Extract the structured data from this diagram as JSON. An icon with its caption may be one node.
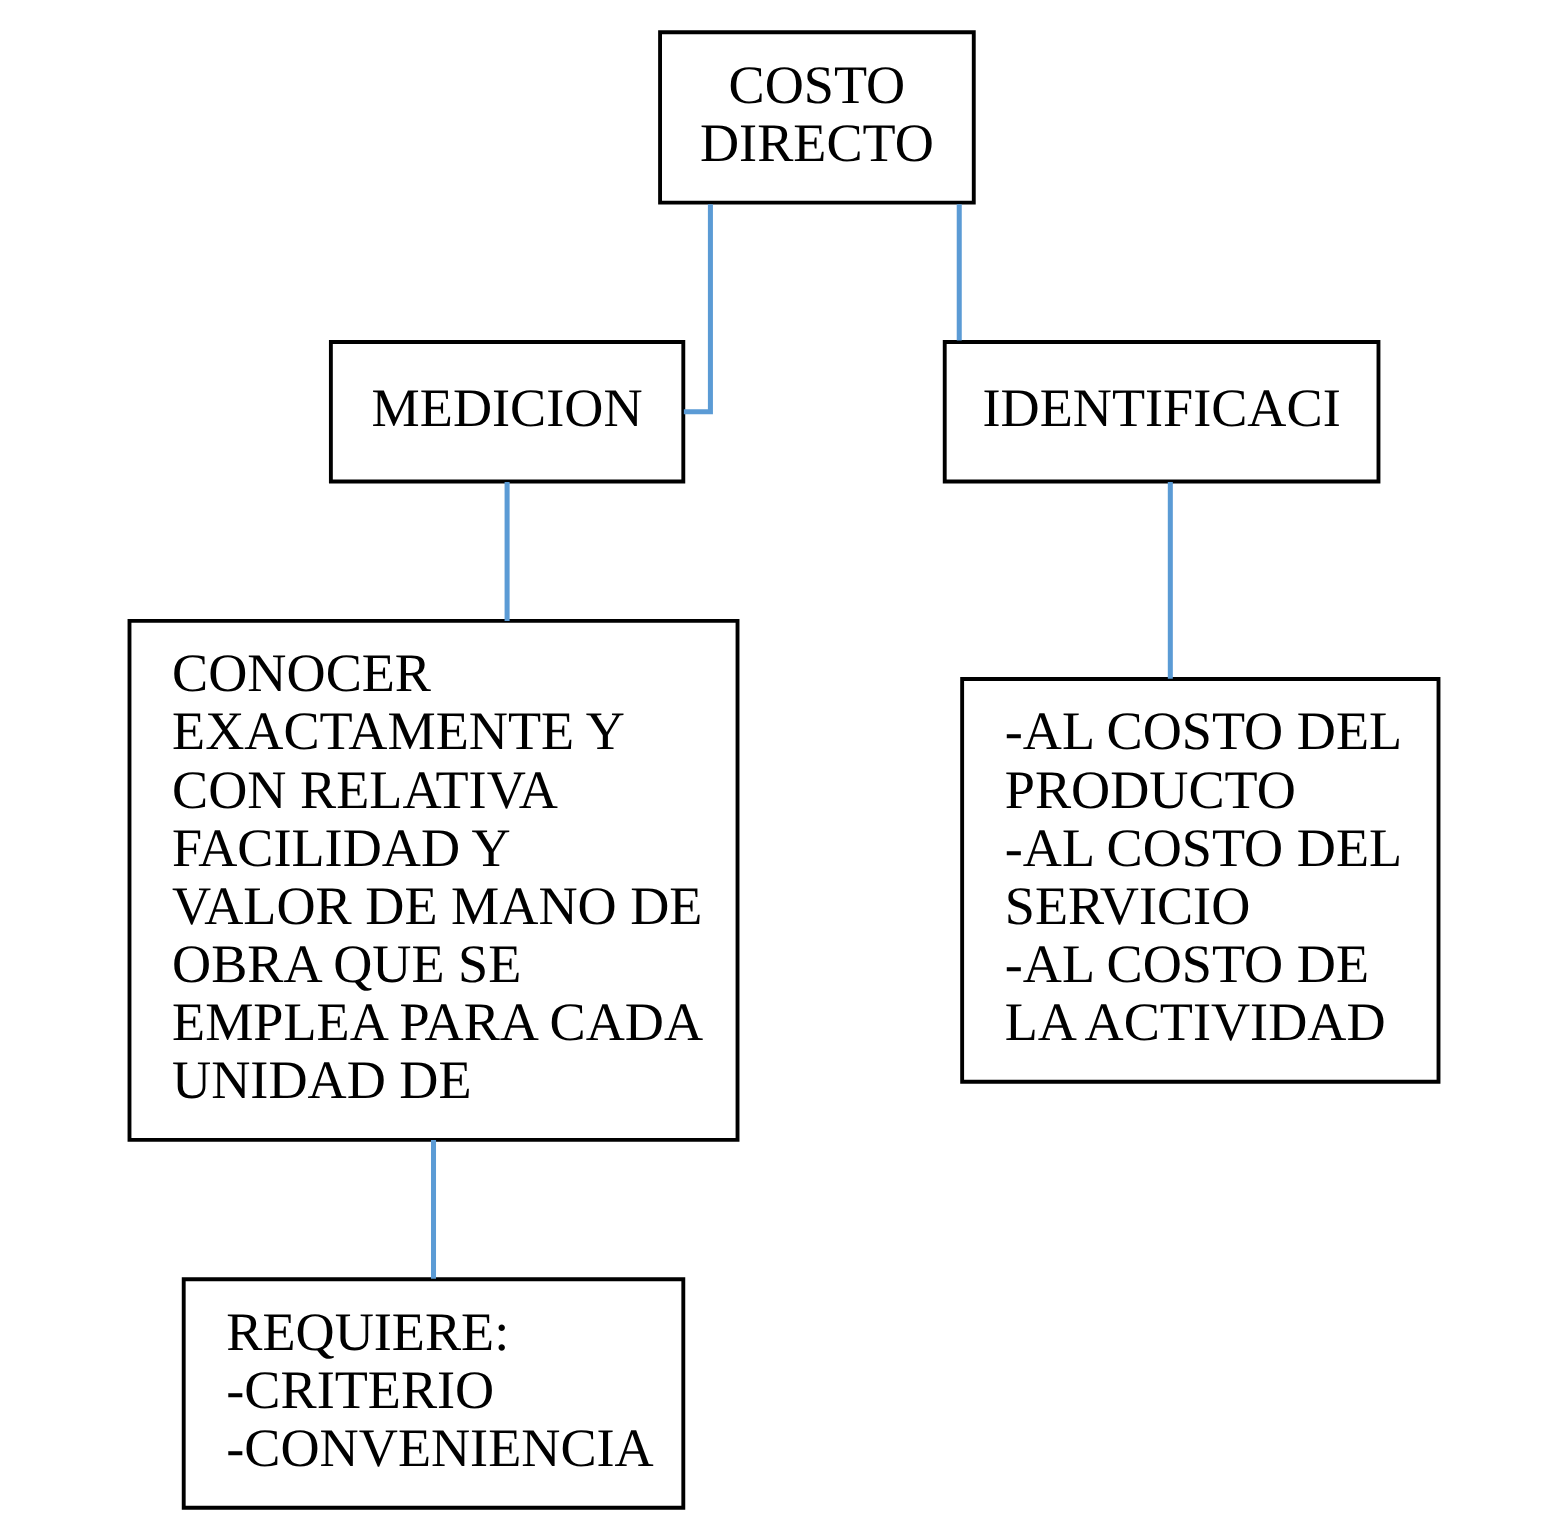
{
  "diagram": {
    "nodes": [
      {
        "text": [
          "COSTO DIRECTO"
        ]
      },
      {
        "text": [
          "MEDICION"
        ]
      },
      {
        "text": [
          "IDENTIFICACI"
        ]
      },
      {
        "text": [
          "CONOCER EXACTAMENTE Y CON RELATIVA FACILIDAD Y VALOR DE MANO DE OBRA QUE SE EMPLEA PARA CADA UNIDAD DE"
        ]
      },
      {
        "text": [
          "REQUIERE:",
          "-CRITERIO",
          "-CONVENIENCIA"
        ]
      },
      {
        "text": [
          "-AL COSTO DEL PRODUCTO",
          "-AL COSTO DEL SERVICIO",
          "-AL COSTO DE LA ACTIVIDAD"
        ]
      }
    ],
    "edges": [
      {
        "from": 0,
        "to": 1,
        "arrow": "none"
      },
      {
        "from": 0,
        "to": 2,
        "arrow": "none"
      },
      {
        "from": 1,
        "to": 3,
        "arrow": "none"
      },
      {
        "from": 3,
        "to": 4,
        "arrow": "none"
      },
      {
        "from": 2,
        "to": 5,
        "arrow": "none"
      }
    ]
  }
}
